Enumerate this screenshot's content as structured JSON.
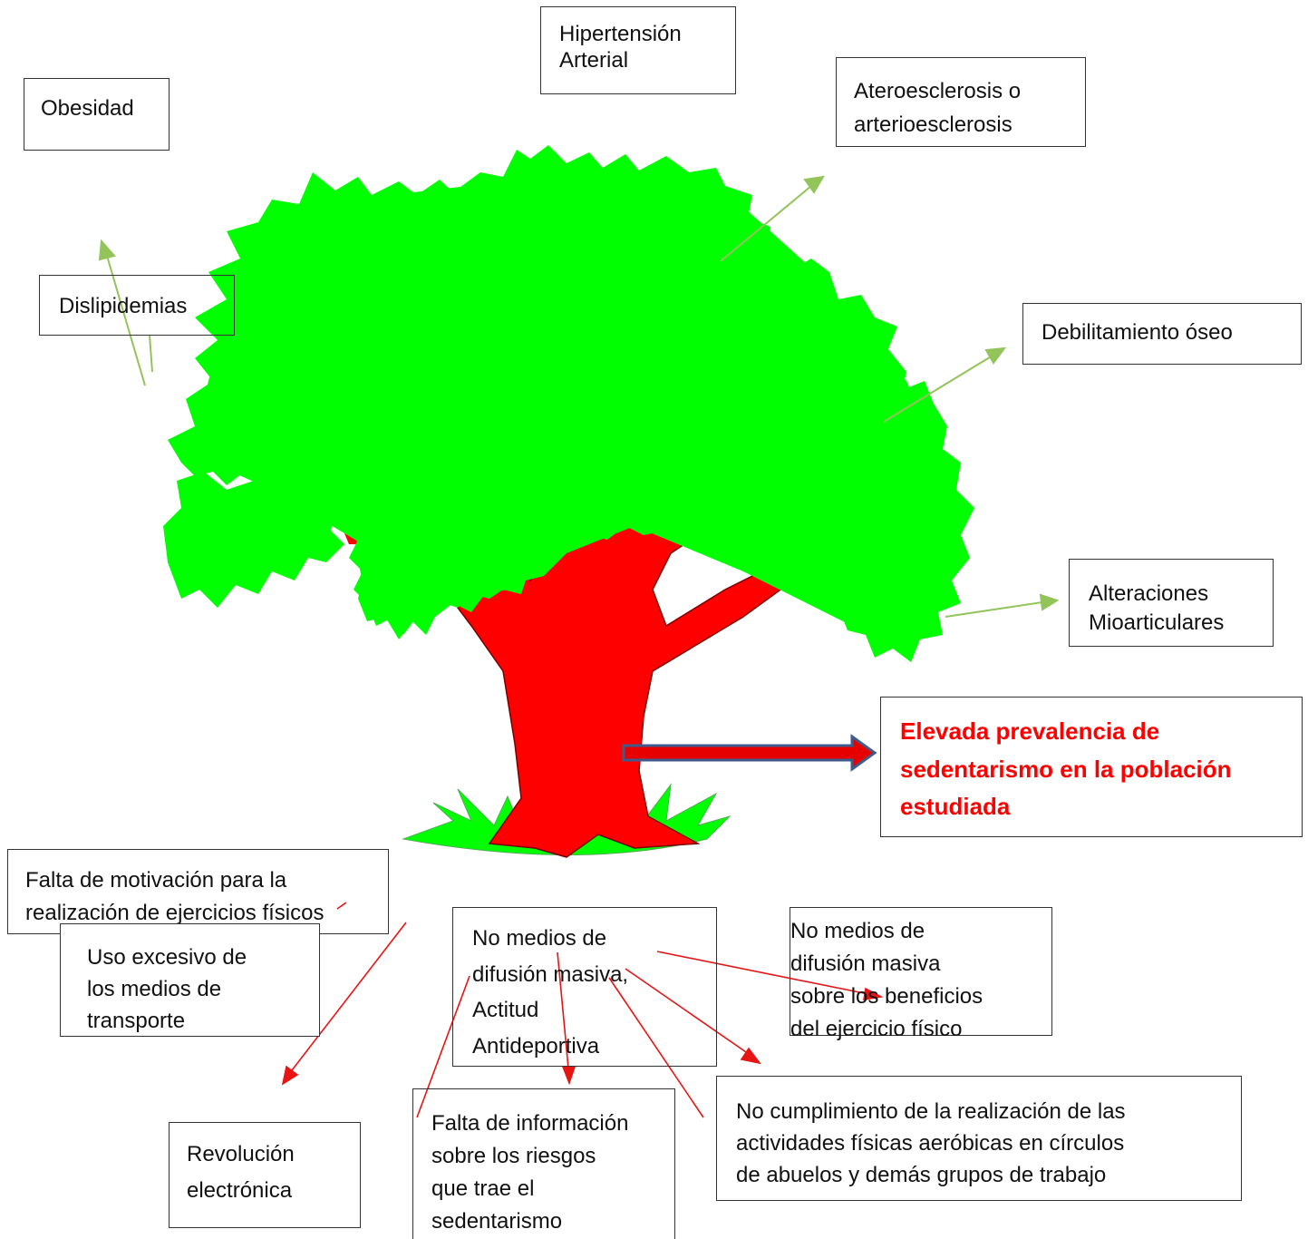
{
  "effects": {
    "obesidad": "Obesidad",
    "hipertension": "Hipertensión\nArterial",
    "ateroesclerosis": "Ateroesclerosis o\narterioesclerosis",
    "dislipidemias": "Dislipidemias",
    "debilitamiento": "Debilitamiento óseo",
    "alteraciones": "Alteraciones\nMioarticulares"
  },
  "problem": "Elevada prevalencia de\nsedentarismo en la población\nestudiada",
  "causes": {
    "motivacion": "Falta de motivación para la\nrealización de ejercicios físicos",
    "transporte": "Uso excesivo de\n         los medios de\n         transporte",
    "medios": "No medios de\ndifusión masiva,\nActitud\nAntideportiva",
    "medios_beneficios": "No medios de\ndifusión masiva\nsobre los beneficios\ndel ejercicio físico",
    "revolucion": "Revolución\nelectrónica",
    "informacion": "Falta de información\nsobre los riesgos\nque trae el\nsedentarismo",
    "cumplimiento": "No cumplimiento de la realización de las\nactividades físicas aeróbicas en círculos\nde abuelos y demás grupos de trabajo"
  },
  "colors": {
    "foliage": "#00ff00",
    "trunk": "#ff0000",
    "effect_arrow": "#92c45a",
    "cause_arrow": "#e81414",
    "main_arrow_fill": "#e60000",
    "main_arrow_stroke": "#3f5b8e"
  }
}
